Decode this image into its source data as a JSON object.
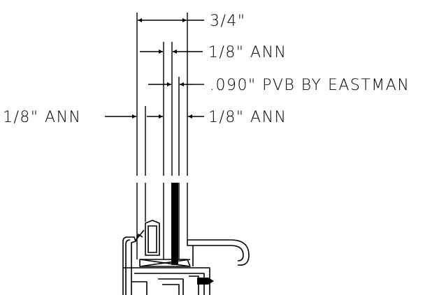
{
  "labels": {
    "overall_thickness": "3/4\"",
    "outer_lite_top": "1/8\" ANN",
    "interlayer": ".090\" PVB BY EASTMAN",
    "outer_lite_left": "1/8\" ANN",
    "inner_lite_right": "1/8\" ANN"
  },
  "colors": {
    "ink": "#000000",
    "background": "#ffffff"
  }
}
